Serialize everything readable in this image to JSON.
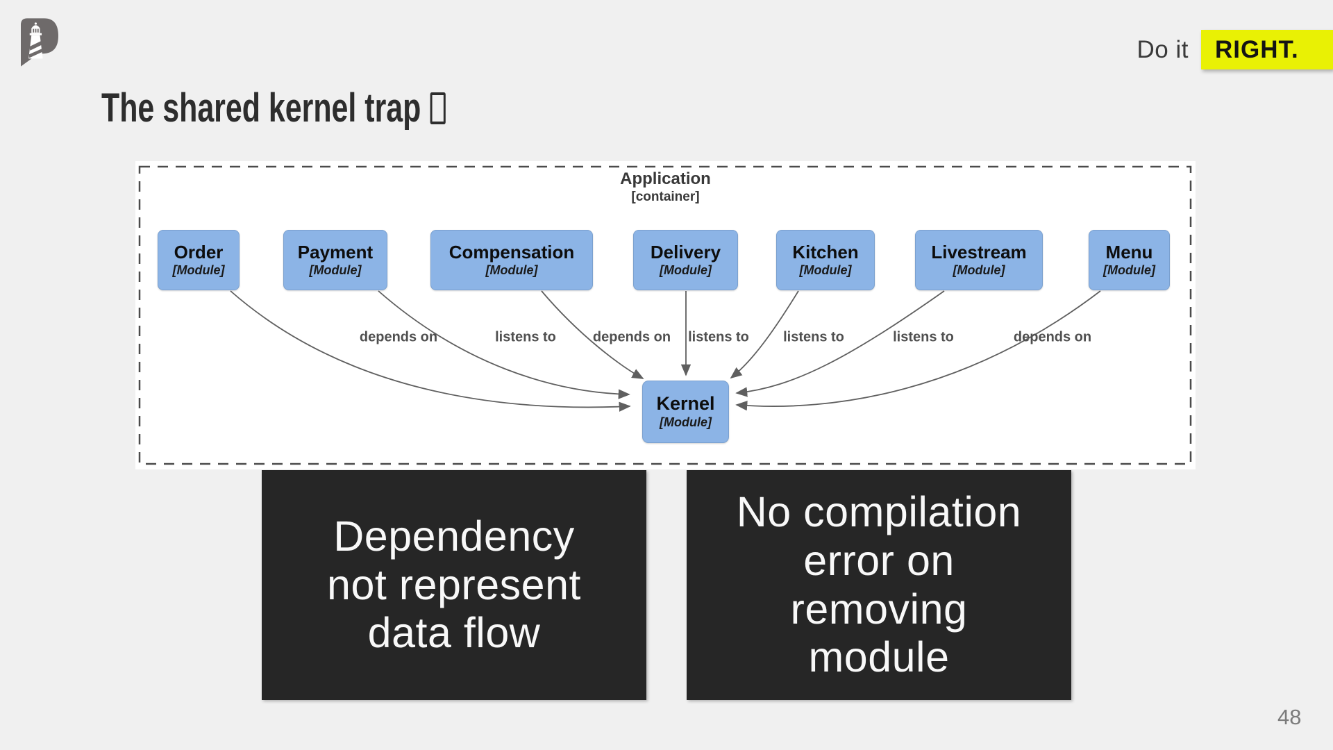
{
  "header": {
    "logo": "lighthouse-p-logo",
    "tagline_prefix": "Do it",
    "tagline_highlight": "RIGHT.",
    "highlight_color": "#e9f104"
  },
  "title": {
    "text": "The shared kernel trap",
    "trailing_glyph": "□"
  },
  "diagram": {
    "container_label": "Application",
    "container_type": "[container]",
    "module_fill_color": "#8cb4e6",
    "modules": [
      {
        "name": "Order",
        "type": "[Module]"
      },
      {
        "name": "Payment",
        "type": "[Module]"
      },
      {
        "name": "Compensation",
        "type": "[Module]"
      },
      {
        "name": "Delivery",
        "type": "[Module]"
      },
      {
        "name": "Kitchen",
        "type": "[Module]"
      },
      {
        "name": "Livestream",
        "type": "[Module]"
      },
      {
        "name": "Menu",
        "type": "[Module]"
      }
    ],
    "kernel": {
      "name": "Kernel",
      "type": "[Module]"
    },
    "relations": [
      {
        "from": "Order",
        "to": "Kernel",
        "label": "depends on"
      },
      {
        "from": "Payment",
        "to": "Kernel",
        "label": "listens to"
      },
      {
        "from": "Compensation",
        "to": "Kernel",
        "label": "depends on"
      },
      {
        "from": "Delivery",
        "to": "Kernel",
        "label": "listens to"
      },
      {
        "from": "Kitchen",
        "to": "Kernel",
        "label": "listens to"
      },
      {
        "from": "Livestream",
        "to": "Kernel",
        "label": "listens to"
      },
      {
        "from": "Menu",
        "to": "Kernel",
        "label": "depends on"
      }
    ]
  },
  "callouts": [
    {
      "lines": [
        "Dependency",
        "not represent",
        "data flow"
      ]
    },
    {
      "lines": [
        "No compilation",
        "error on",
        "removing",
        "module"
      ]
    }
  ],
  "footer": {
    "page_number": "48"
  }
}
